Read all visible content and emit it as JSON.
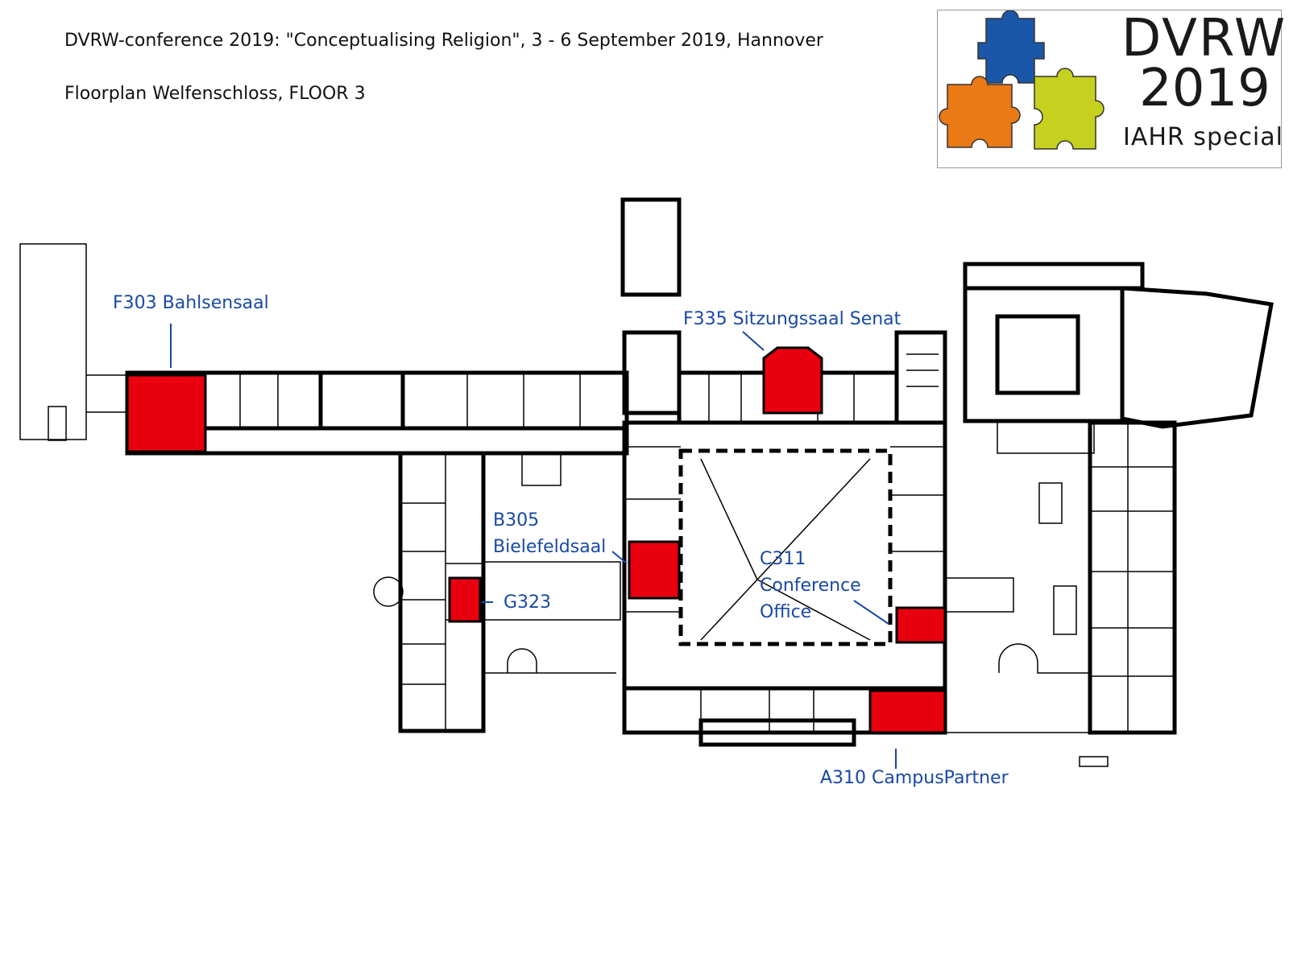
{
  "header": {
    "title": "DVRW-conference 2019: \"Conceptualising Religion\", 3 - 6 September 2019, Hannover",
    "subtitle": "Floorplan Welfenschloss, FLOOR 3"
  },
  "logo": {
    "name": "DVRW",
    "year": "2019",
    "tagline": "IAHR special",
    "puzzle_colors": [
      "#1b57a8",
      "#e97a16",
      "#c5d11e"
    ]
  },
  "colors": {
    "highlight": "#e8000f",
    "label": "#1849a4"
  },
  "rooms": {
    "f303": {
      "label": "F303 Bahlsensaal"
    },
    "f335": {
      "label": "F335 Sitzungssaal Senat"
    },
    "b305": {
      "line1": "B305",
      "line2": "Bielefeldsaal"
    },
    "g323": {
      "label": "G323"
    },
    "c311": {
      "line1": "C311",
      "line2": "Conference",
      "line3": "Office"
    },
    "a310": {
      "label": "A310 CampusPartner"
    }
  }
}
